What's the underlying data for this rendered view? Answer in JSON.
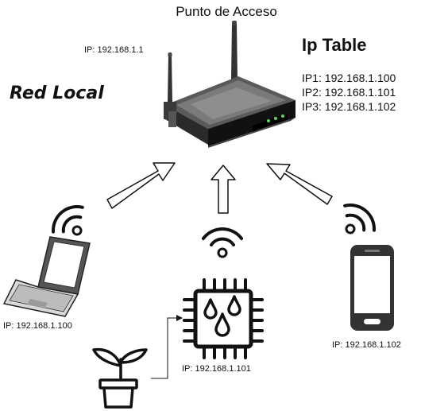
{
  "access_point": {
    "title": "Punto de Acceso",
    "ip": "IP: 192.168.1.1"
  },
  "network": {
    "label": "Red Local"
  },
  "ip_table": {
    "title": "Ip Table",
    "rows": [
      "IP1: 192.168.1.100",
      "IP2: 192.168.1.101",
      "IP3: 192.168.1.102"
    ]
  },
  "devices": {
    "laptop": {
      "ip": "IP: 192.168.1.100"
    },
    "sensor": {
      "ip": "IP: 192.168.1.101"
    },
    "phone": {
      "ip": "IP: 192.168.1.102"
    }
  },
  "icons": {
    "router": "router-icon",
    "laptop": "laptop-icon",
    "chip": "humidity-sensor-chip-icon",
    "phone": "smartphone-icon",
    "plant": "plant-pot-icon",
    "wifi": "wifi-icon"
  }
}
